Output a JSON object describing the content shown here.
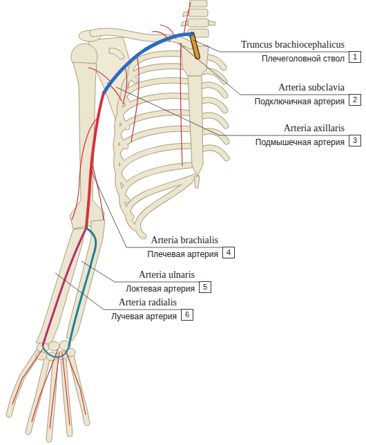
{
  "diagram": {
    "nodes": [
      {
        "text": [
          "1"
        ]
      },
      {
        "text": [
          "2"
        ]
      },
      {
        "text": [
          "3"
        ]
      },
      {
        "text": [
          "4"
        ]
      },
      {
        "text": [
          "5"
        ]
      },
      {
        "text": [
          "6"
        ]
      }
    ],
    "labels": [
      "Truncus brachiocephalicus",
      "Плечеголовной ствол",
      "Arteria subclavia",
      "Подключичная артерия",
      "Arteria axillaris",
      "Подмышечная артерия",
      "Arteria brachialis",
      "Плечевая артерия",
      "Arteria ulnaris",
      "Локтевая артерия",
      "Arteria radialis",
      "Лучевая артерия"
    ]
  }
}
